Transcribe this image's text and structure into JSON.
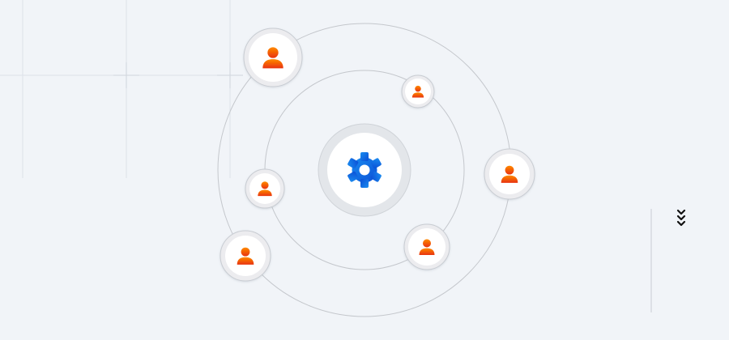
{
  "diagram": {
    "hub_icon": "gear-icon",
    "node_icon": "user-icon",
    "colors": {
      "background": "#f1f4f8",
      "orbit": "#c4c7cc",
      "grid": "#dde2e8",
      "node_ring": "#c8ccd2",
      "node_fill": "#ffffff",
      "hub_outer": "#e3e6ea",
      "gear_start": "#1a8cf0",
      "gear_end": "#0b4fd6",
      "user_start": "#ff8a00",
      "user_end": "#e8320c"
    },
    "nodes": [
      {
        "id": "user-top-left",
        "orbit": "outer"
      },
      {
        "id": "user-inner-top-right",
        "orbit": "inner"
      },
      {
        "id": "user-right",
        "orbit": "outer"
      },
      {
        "id": "user-inner-left",
        "orbit": "inner"
      },
      {
        "id": "user-inner-bottom-right",
        "orbit": "inner"
      },
      {
        "id": "user-bottom-left",
        "orbit": "outer"
      }
    ]
  },
  "scroll_hint": {
    "icon": "triple-chevron-down-icon"
  }
}
